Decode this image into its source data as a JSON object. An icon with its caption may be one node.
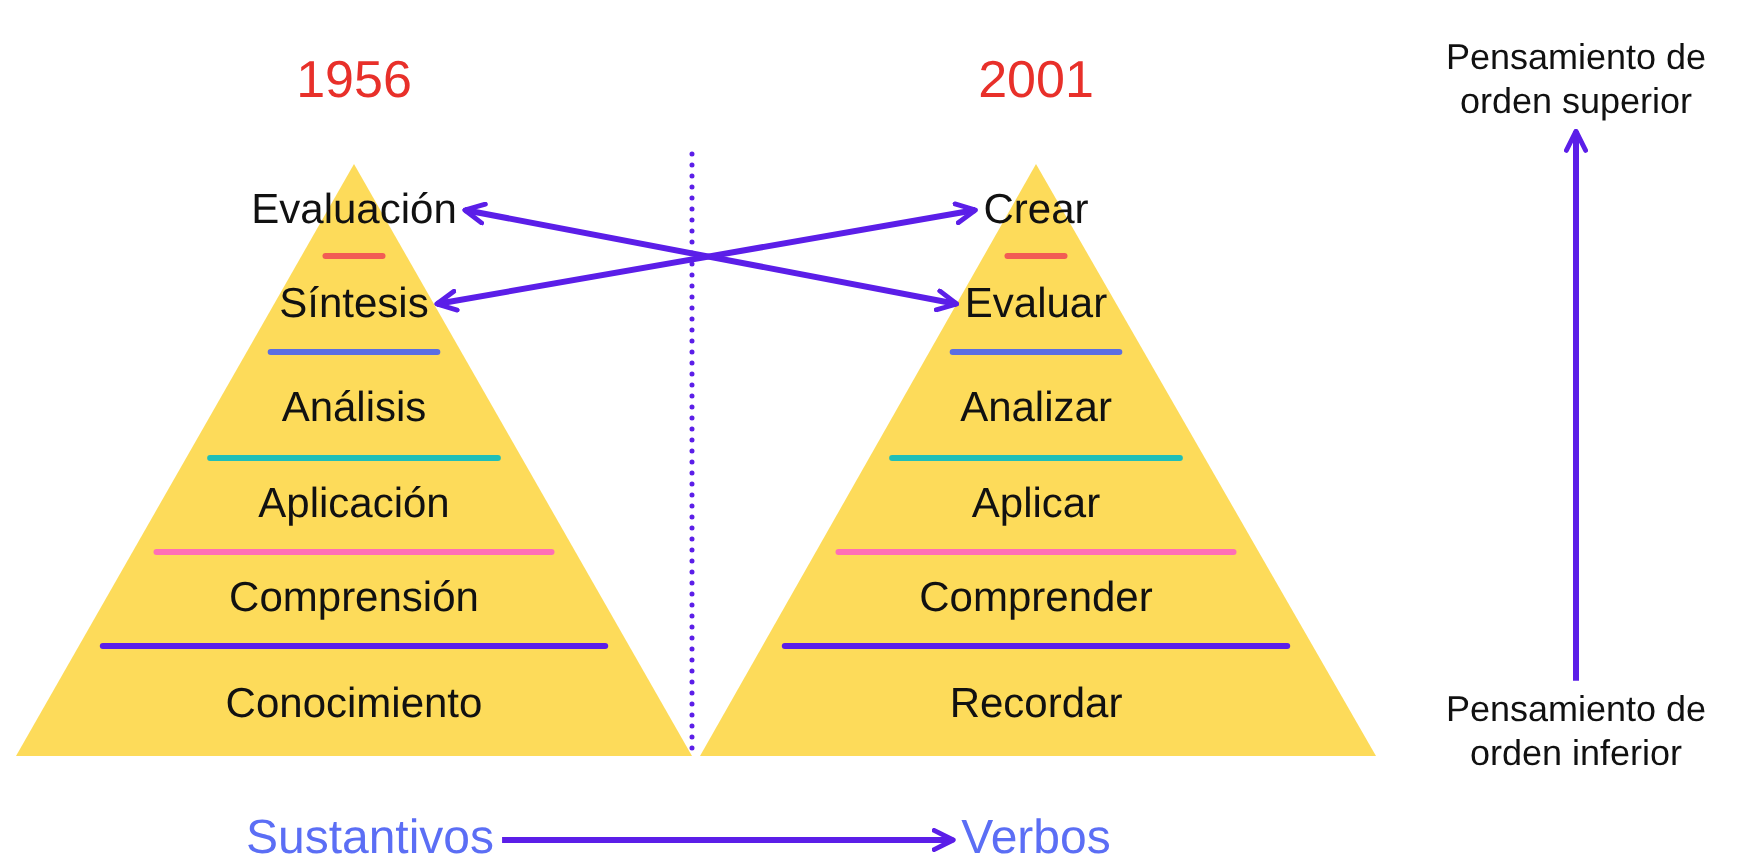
{
  "diagram": {
    "nodes": [
      {
        "text": [
          "Evaluación"
        ]
      },
      {
        "text": [
          "Síntesis"
        ]
      },
      {
        "text": [
          "Análisis"
        ]
      },
      {
        "text": [
          "Aplicación"
        ]
      },
      {
        "text": [
          "Comprensión"
        ]
      },
      {
        "text": [
          "Conocimiento"
        ]
      },
      {
        "text": [
          "Crear"
        ]
      },
      {
        "text": [
          "Evaluar"
        ]
      },
      {
        "text": [
          "Analizar"
        ]
      },
      {
        "text": [
          "Aplicar"
        ]
      },
      {
        "text": [
          "Comprender"
        ]
      },
      {
        "text": [
          "Recordar"
        ]
      },
      {
        "text": [
          "Sustantivos"
        ]
      },
      {
        "text": [
          "Verbos"
        ]
      },
      {
        "text": [
          "Pensamiento de orden superior"
        ]
      },
      {
        "text": [
          "Pensamiento de orden inferior"
        ]
      }
    ],
    "edges": [
      {
        "from": 0,
        "to": 7,
        "arrow": "both"
      },
      {
        "from": 1,
        "to": 6,
        "arrow": "both"
      },
      {
        "from": 12,
        "to": 13,
        "arrow": "to"
      },
      {
        "from": 15,
        "to": 14,
        "arrow": "to"
      }
    ],
    "labels": [
      "1956",
      "2001"
    ]
  }
}
